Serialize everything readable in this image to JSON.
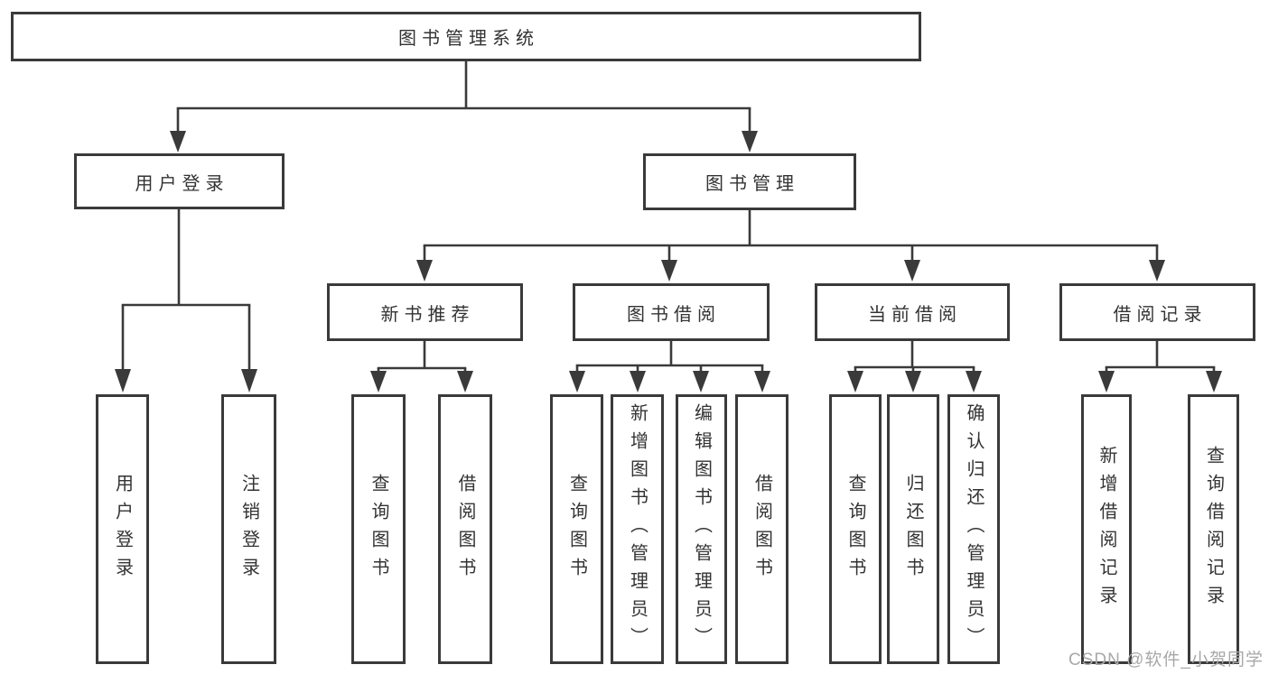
{
  "diagram": {
    "type": "tree-structure-chart",
    "colors": {
      "line": "#3a3a3a",
      "box_border": "#3a3a3a",
      "text": "#333333",
      "background": "#ffffff",
      "watermark": "#a8a8a8"
    },
    "tree": {
      "label": "图书管理系统",
      "children": [
        {
          "label": "用户登录",
          "children": [
            {
              "label": "用户登录"
            },
            {
              "label": "注销登录"
            }
          ]
        },
        {
          "label": "图书管理",
          "children": [
            {
              "label": "新书推荐",
              "children": [
                {
                  "label": "查询图书"
                },
                {
                  "label": "借阅图书"
                }
              ]
            },
            {
              "label": "图书借阅",
              "children": [
                {
                  "label": "查询图书"
                },
                {
                  "label": "新增图书（管理员）"
                },
                {
                  "label": "编辑图书（管理员）"
                },
                {
                  "label": "借阅图书"
                }
              ]
            },
            {
              "label": "当前借阅",
              "children": [
                {
                  "label": "查询图书"
                },
                {
                  "label": "归还图书"
                },
                {
                  "label": "确认归还（管理员）"
                }
              ]
            },
            {
              "label": "借阅记录",
              "children": [
                {
                  "label": "新增借阅记录"
                },
                {
                  "label": "查询借阅记录"
                }
              ]
            }
          ]
        }
      ]
    },
    "watermark": {
      "text": "CSDN @软件_小贺同学"
    }
  }
}
